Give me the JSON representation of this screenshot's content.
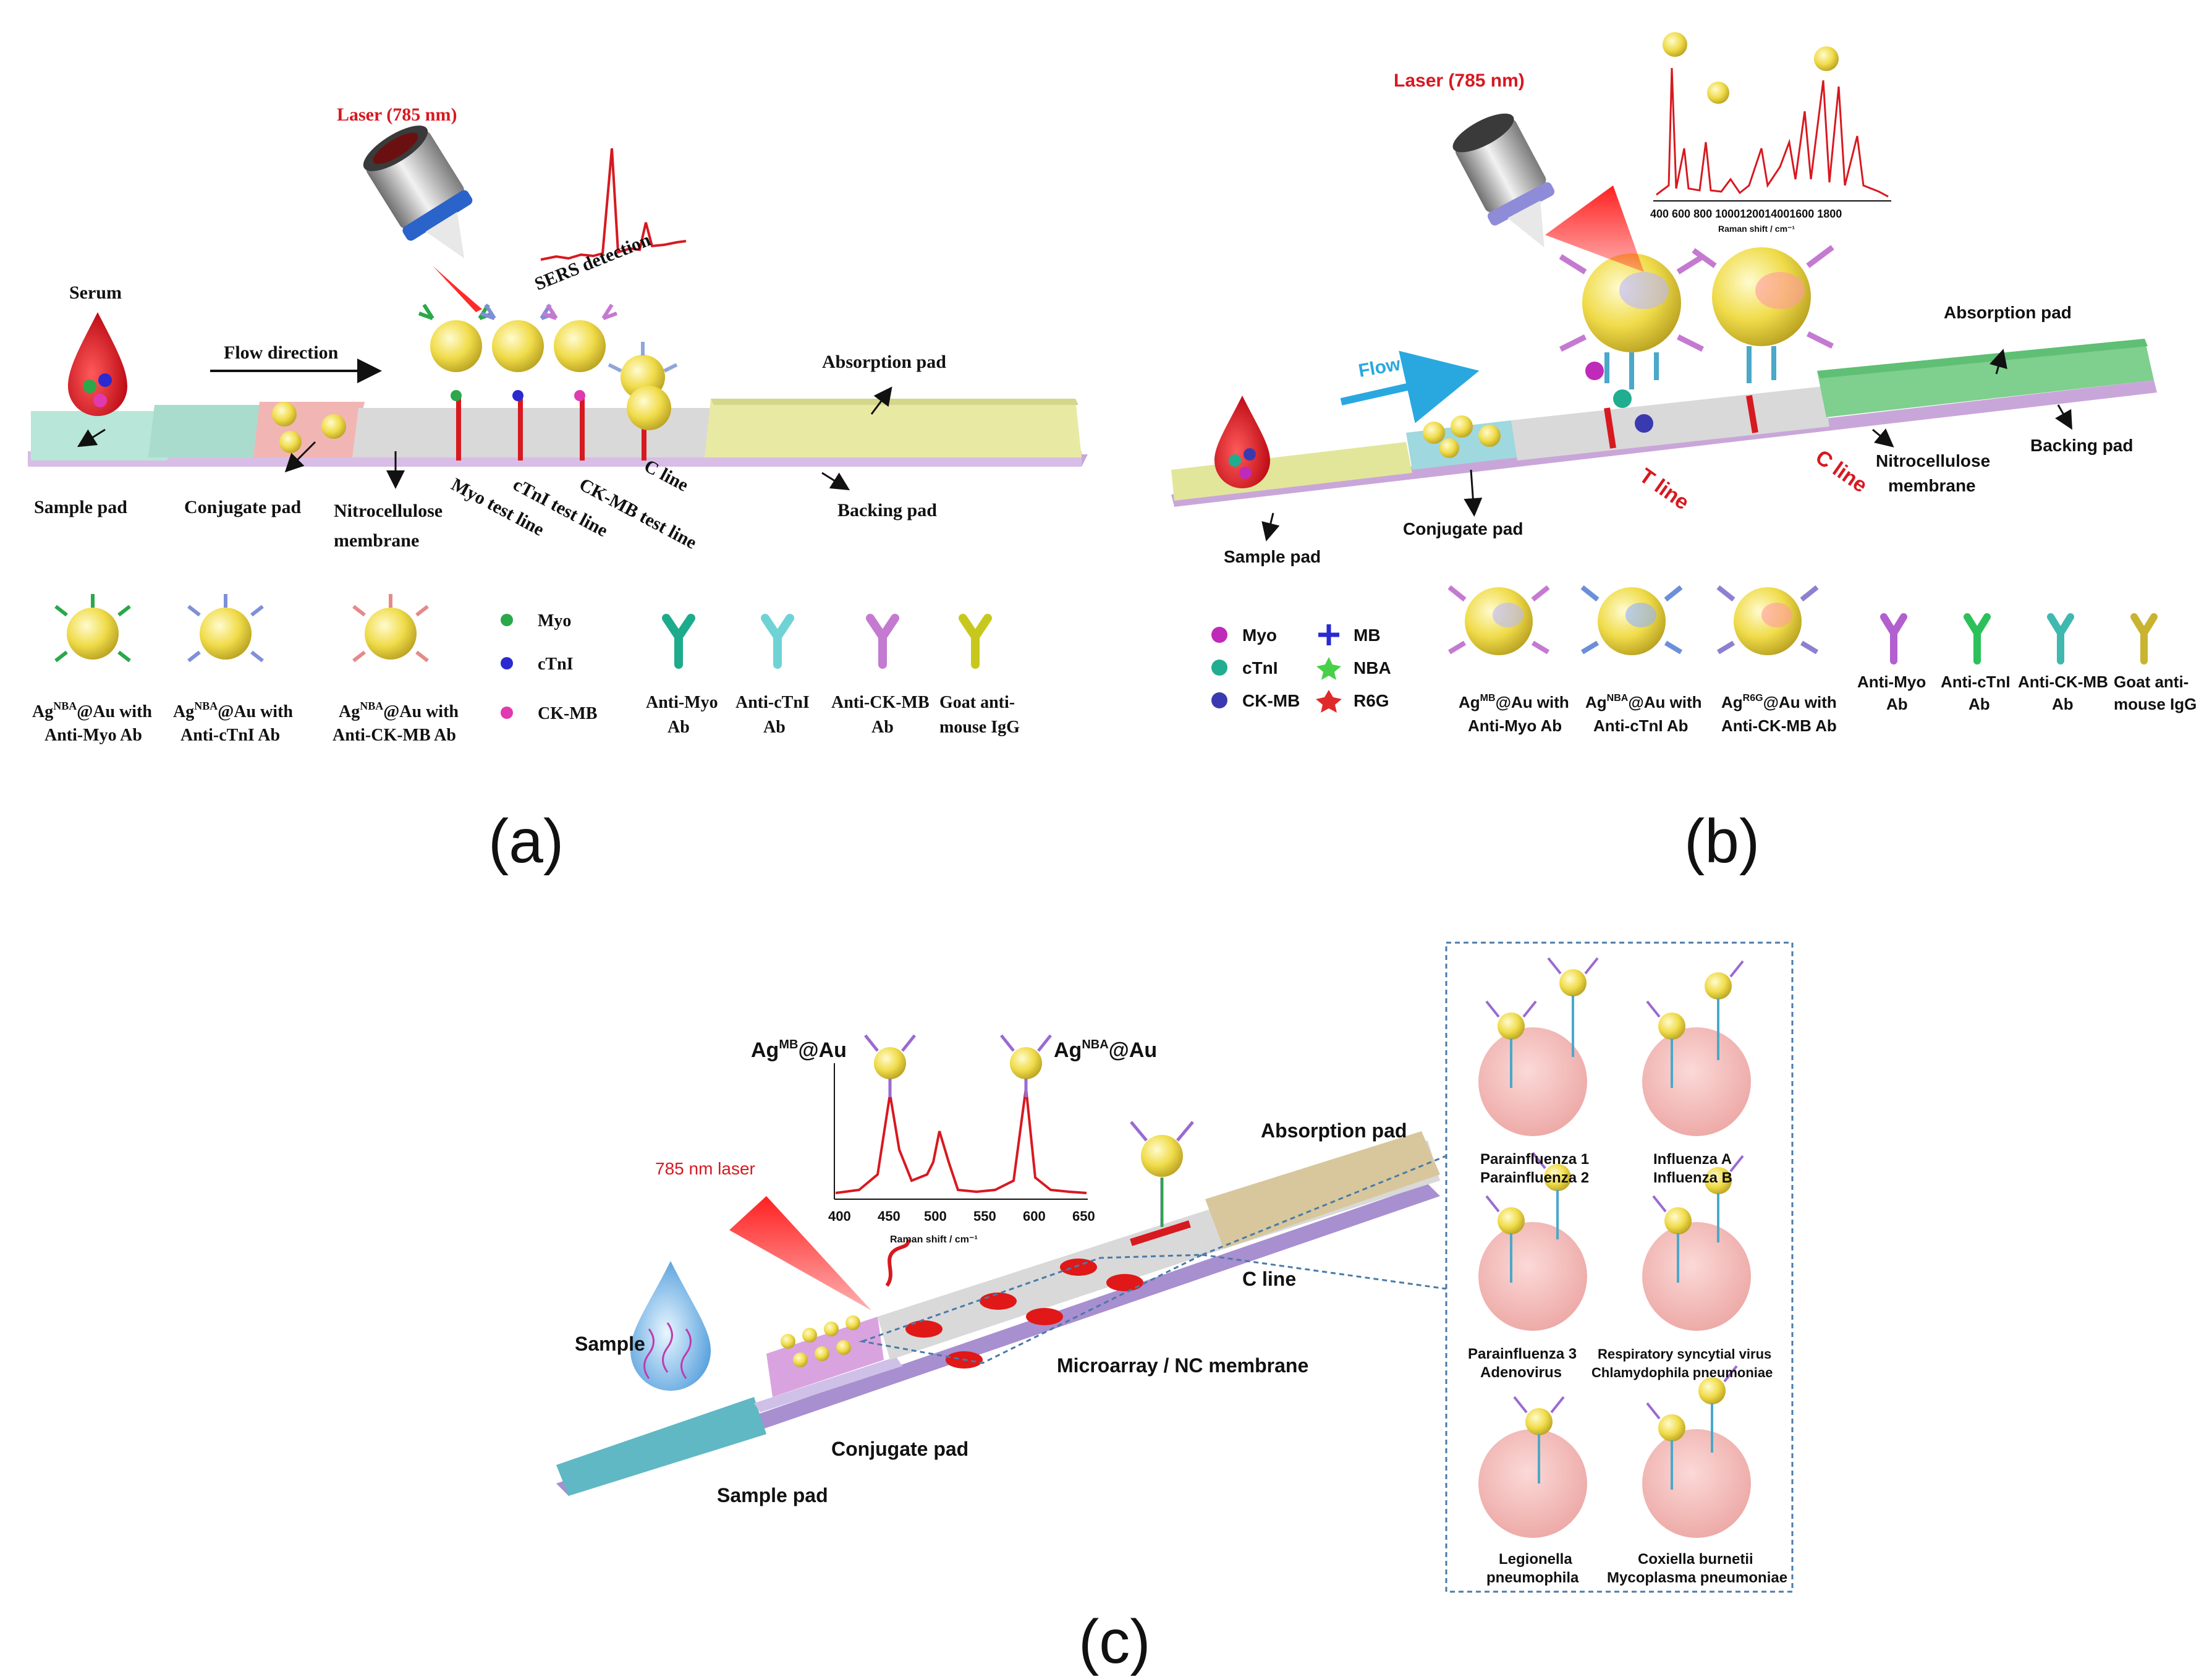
{
  "panel_a": {
    "letter": "(a)",
    "laser": "Laser (785 nm)",
    "serum": "Serum",
    "flow": "Flow direction",
    "sers": "SERS detection",
    "absorption_pad": "Absorption pad",
    "backing_pad": "Backing pad",
    "sample_pad": "Sample pad",
    "conjugate_pad": "Conjugate pad",
    "nitro_line1": "Nitrocellulose",
    "nitro_line2": "membrane",
    "myo_line": "Myo test line",
    "ctni_line": "cTnI test line",
    "ckmb_line": "CK-MB test line",
    "c_line": "C line",
    "legend": {
      "np1_line1": "Ag",
      "np1_sup": "NBA",
      "np1_line1b": "@Au with",
      "np1_line2": "Anti-Myo Ab",
      "np2_line1": "Ag",
      "np2_sup": "NBA",
      "np2_line1b": "@Au with",
      "np2_line2": "Anti-cTnI Ab",
      "np3_line1": "Ag",
      "np3_sup": "NBA",
      "np3_line1b": "@Au with",
      "np3_line2": "Anti-CK-MB Ab",
      "myo": "Myo",
      "ctni": "cTnI",
      "ckmb": "CK-MB",
      "ab1_line1": "Anti-Myo",
      "ab1_line2": "Ab",
      "ab2_line1": "Anti-cTnI",
      "ab2_line2": "Ab",
      "ab3_line1": "Anti-CK-MB",
      "ab3_line2": "Ab",
      "ab4_line1": "Goat anti-",
      "ab4_line2": "mouse IgG"
    }
  },
  "panel_b": {
    "letter": "(b)",
    "laser": "Laser (785 nm)",
    "flow": "Flow",
    "spectrum_ticks": [
      "400",
      "600",
      "800",
      "1000",
      "1200",
      "1400",
      "1600",
      "1800"
    ],
    "spectrum_ticks_label": "400  600  800  1000120014001600 1800",
    "spectrum_xlabel": "Raman shift / cm⁻¹",
    "absorption_pad": "Absorption pad",
    "backing_pad": "Backing pad",
    "nitro_line1": "Nitrocellulose",
    "nitro_line2": "membrane",
    "t_line": "T line",
    "c_line": "C line",
    "sample_pad": "Sample pad",
    "conjugate_pad": "Conjugate pad",
    "legend": {
      "myo": "Myo",
      "ctni": "cTnI",
      "ckmb": "CK-MB",
      "mb": "MB",
      "nba": "NBA",
      "r6g": "R6G",
      "np1_a": "Ag",
      "np1_sup": "MB",
      "np1_b": "@Au with",
      "np1_line2": "Anti-Myo Ab",
      "np2_a": "Ag",
      "np2_sup": "NBA",
      "np2_b": "@Au with",
      "np2_line2": "Anti-cTnI Ab",
      "np3_a": "Ag",
      "np3_sup": "R6G",
      "np3_b": "@Au with",
      "np3_line2": "Anti-CK-MB Ab",
      "ab1_line1": "Anti-Myo",
      "ab1_line2": "Ab",
      "ab2_line1": "Anti-cTnI",
      "ab2_line2": "Ab",
      "ab3_line1": "Anti-CK-MB",
      "ab3_line2": "Ab",
      "ab4_line1": "Goat anti-",
      "ab4_line2": "mouse IgG"
    }
  },
  "panel_c": {
    "letter": "(c)",
    "ag_mb_a": "Ag",
    "ag_mb_sup": "MB",
    "ag_mb_b": "@Au",
    "ag_nba_a": "Ag",
    "ag_nba_sup": "NBA",
    "ag_nba_b": "@Au",
    "spectrum_ticks": [
      "400",
      "450",
      "500",
      "550",
      "600",
      "650"
    ],
    "spectrum_xlabel": "Raman shift / cm⁻¹",
    "laser": "785 nm laser",
    "absorption_pad": "Absorption pad",
    "c_line": "C line",
    "microarray": "Microarray / NC membrane",
    "sample": "Sample",
    "conjugate_pad": "Conjugate pad",
    "sample_pad": "Sample pad",
    "pathogens": [
      {
        "line1": "Parainfluenza 1",
        "line2": "Parainfluenza 2"
      },
      {
        "line1": "Influenza A",
        "line2": "Influenza B"
      },
      {
        "line1": "Parainfluenza 3",
        "line2": "Adenovirus"
      },
      {
        "line1": "Respiratory syncytial virus",
        "line2": "Chlamydophila pneumoniae"
      },
      {
        "line1": "Legionella",
        "line2": "pneumophila"
      },
      {
        "line1": "Coxiella burnetii",
        "line2": "Mycoplasma pneumoniae"
      }
    ]
  },
  "colors": {
    "red": "#d71920",
    "gold": "#f2e15a",
    "strip_gray": "#d9d9d9",
    "absorption_yellow": "#e8eaa4",
    "absorption_green": "#7fcf8e",
    "conjugate_pink": "#f1b6b4",
    "sample_teal": "#a8dccf",
    "cell_pink": "#f7c6c4"
  },
  "icons": [
    "laser-head-icon",
    "blood-drop-icon",
    "water-drop-icon",
    "nanoparticle-icon",
    "antibody-icon",
    "raman-spectrum-icon"
  ]
}
